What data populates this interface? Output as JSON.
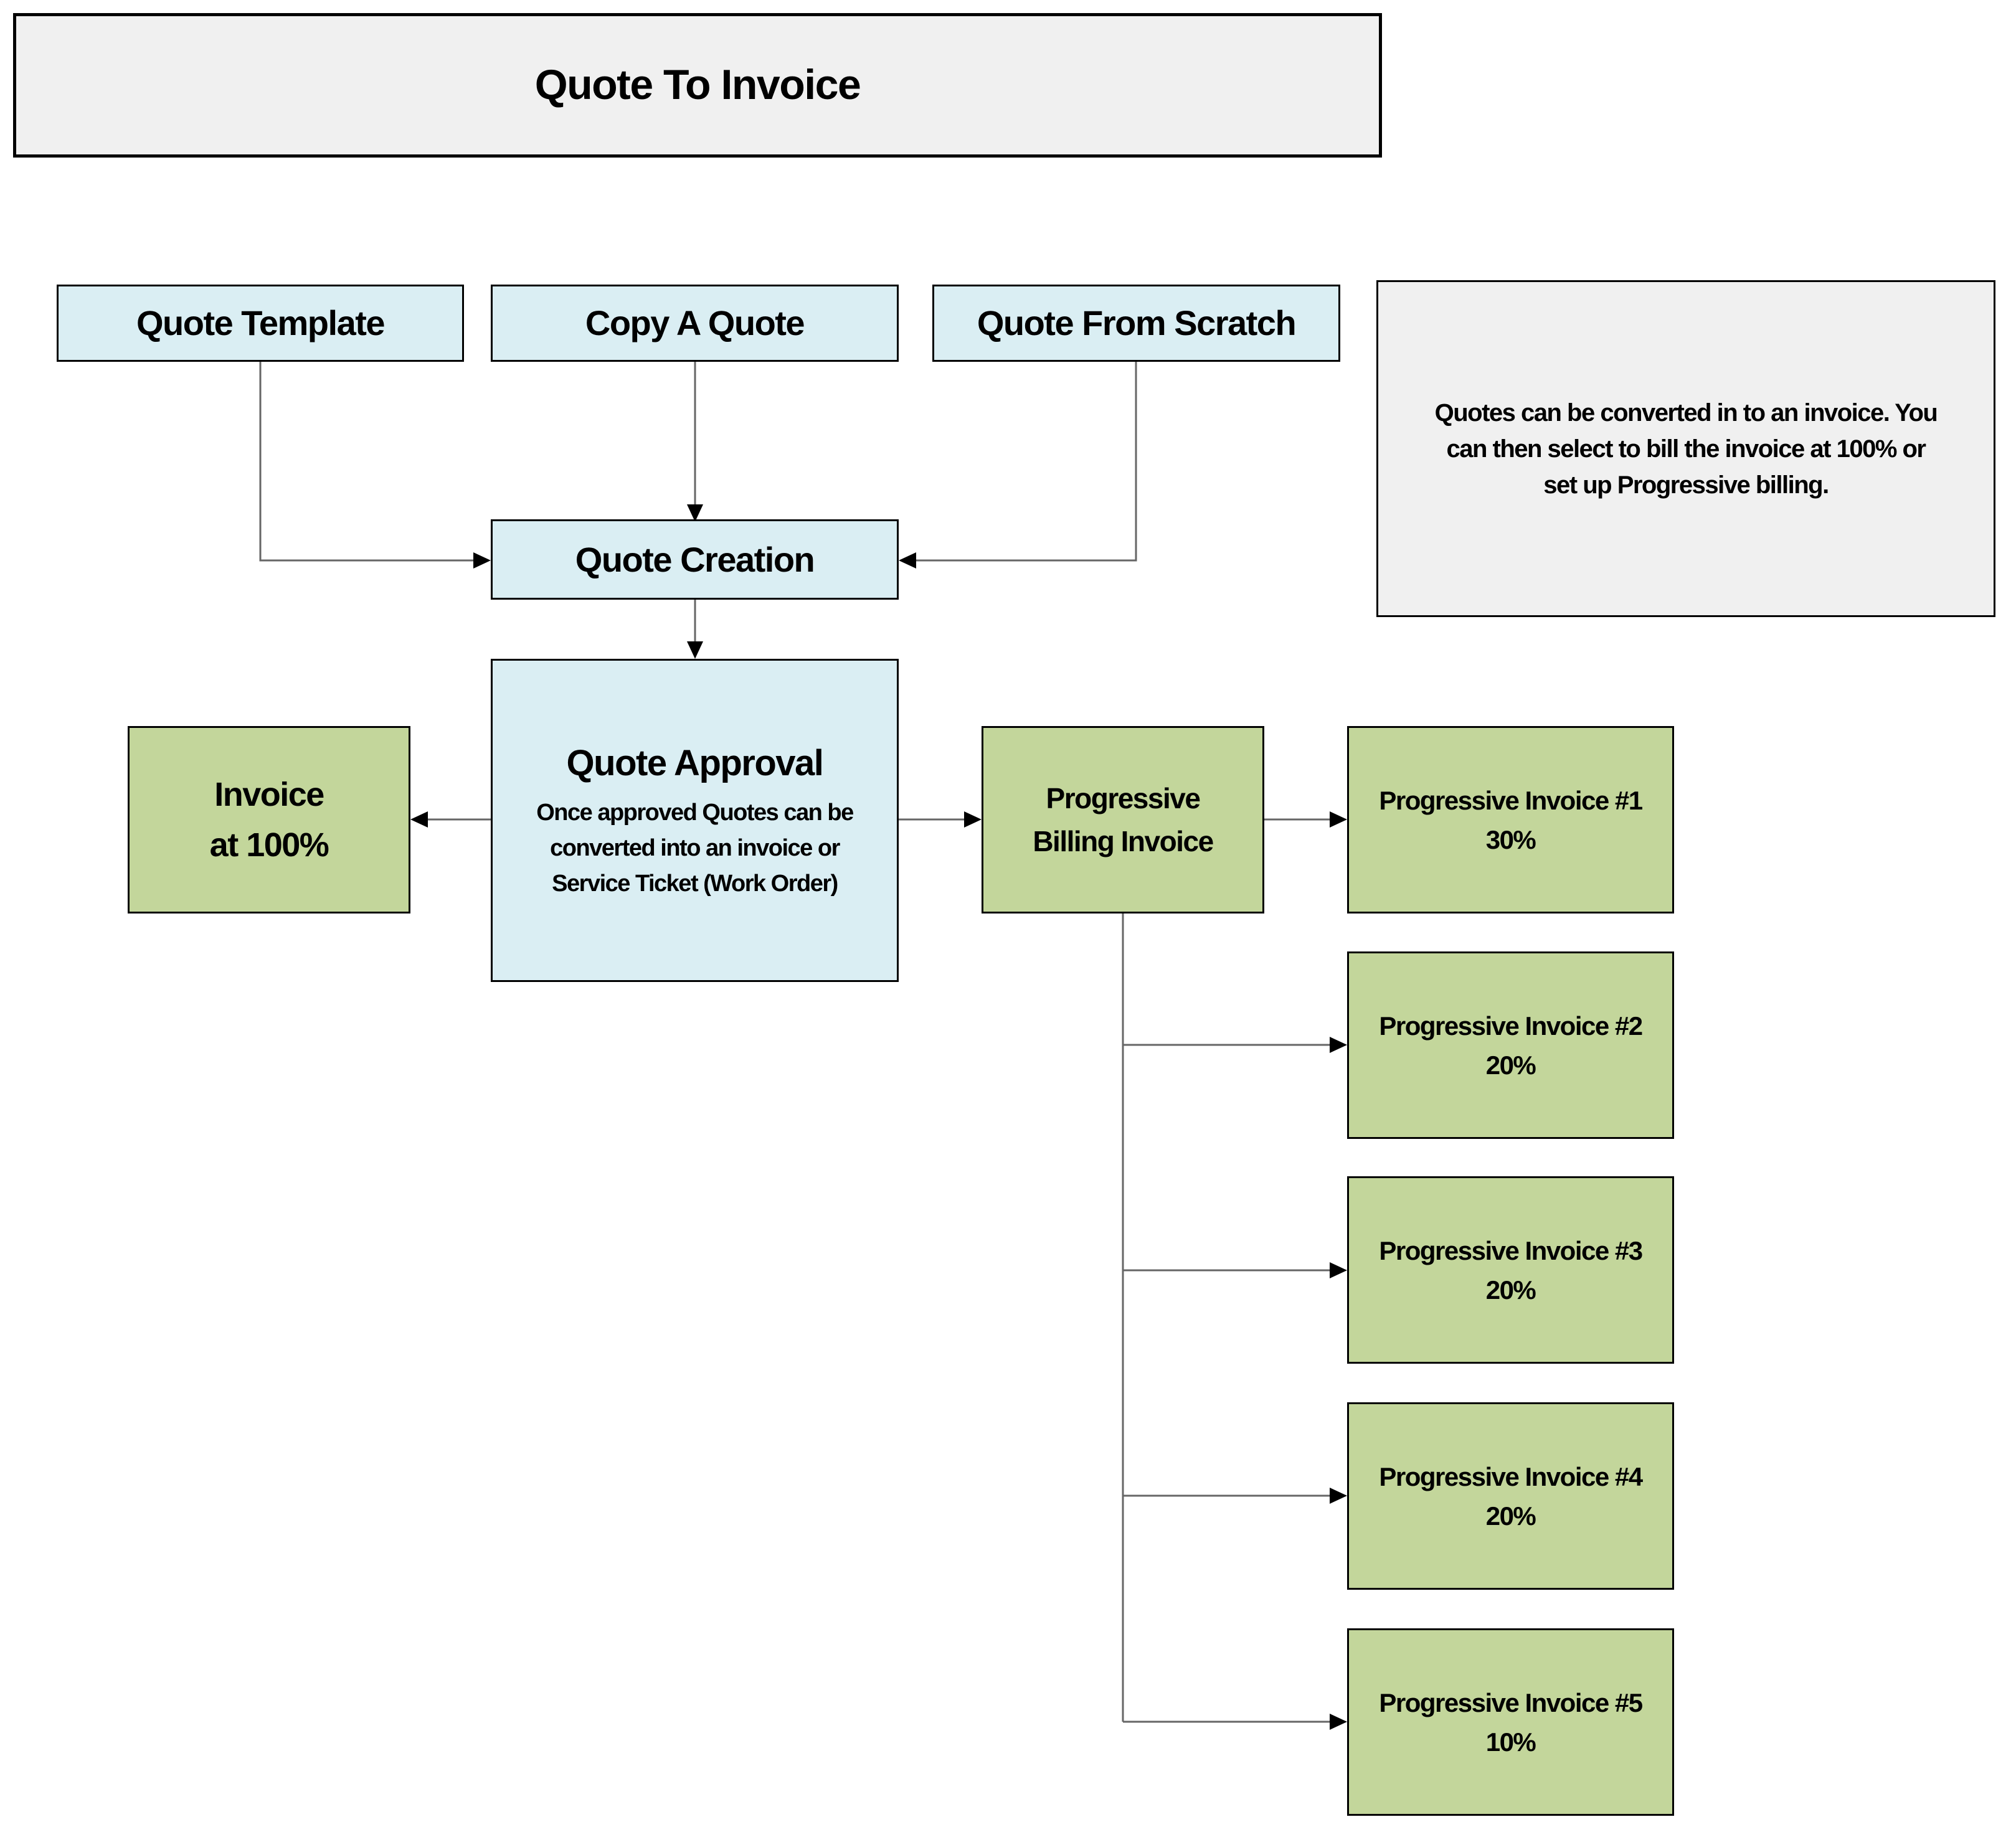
{
  "diagram": {
    "title": "Quote To Invoice",
    "note": "Quotes can be converted in to an invoice. You\ncan then select to bill the invoice at 100% or\nset up Progressive billing.",
    "nodes": {
      "quote_template": "Quote Template",
      "copy_a_quote": "Copy A Quote",
      "quote_from_scratch": "Quote From Scratch",
      "quote_creation": "Quote Creation",
      "quote_approval_title": "Quote Approval",
      "quote_approval_desc": "Once approved Quotes can be\nconverted into an invoice or\nService Ticket (Work Order)",
      "invoice_100": "Invoice\nat 100%",
      "progressive_billing": "Progressive\nBilling Invoice"
    },
    "progressive_invoices": [
      {
        "label": "Progressive Invoice #1",
        "percent": "30%"
      },
      {
        "label": "Progressive Invoice #2",
        "percent": "20%"
      },
      {
        "label": "Progressive Invoice #3",
        "percent": "20%"
      },
      {
        "label": "Progressive Invoice #4",
        "percent": "20%"
      },
      {
        "label": "Progressive Invoice #5",
        "percent": "10%"
      }
    ],
    "colors": {
      "light_blue_fill": "#daeef3",
      "green_fill": "#c3d69b",
      "gray_fill": "#f0f0f0",
      "border": "#000000",
      "connector_line": "#666666",
      "arrowhead": "#000000",
      "background": "#ffffff"
    }
  }
}
